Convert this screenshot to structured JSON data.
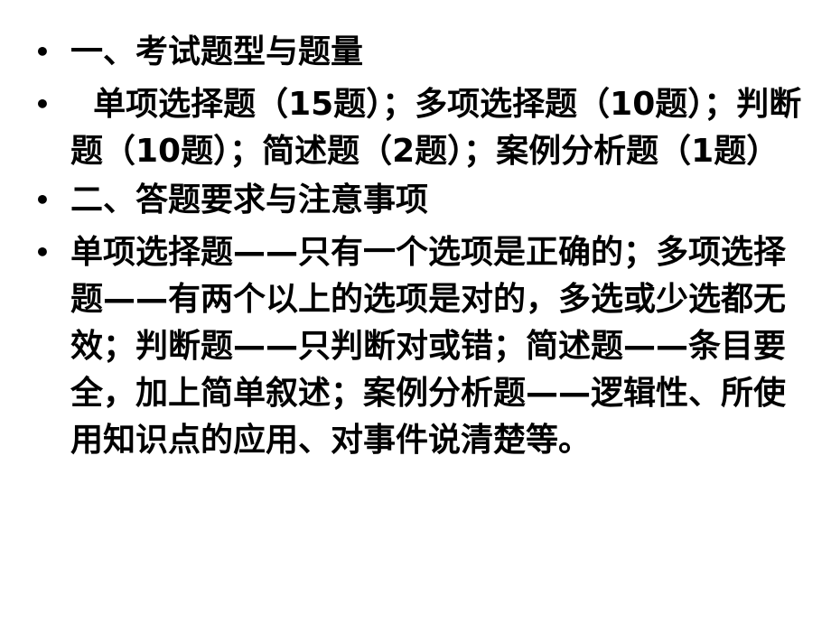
{
  "slide": {
    "bullet_glyph": "•",
    "items": [
      {
        "text": "一、考试题型与题量"
      },
      {
        "text": "  单项选择题（15题）；多项选择题（10题）；判断题（10题）；简述题（2题）；案例分析题（1题）"
      },
      {
        "text": "二、答题要求与注意事项"
      },
      {
        "text": "单项选择题——只有一个选项是正确的；多项选择题——有两个以上的选项是对的，多选或少选都无效；判断题——只判断对或错；简述题——条目要全，加上简单叙述；案例分析题——逻辑性、所使用知识点的应用、对事件说清楚等。"
      }
    ]
  }
}
